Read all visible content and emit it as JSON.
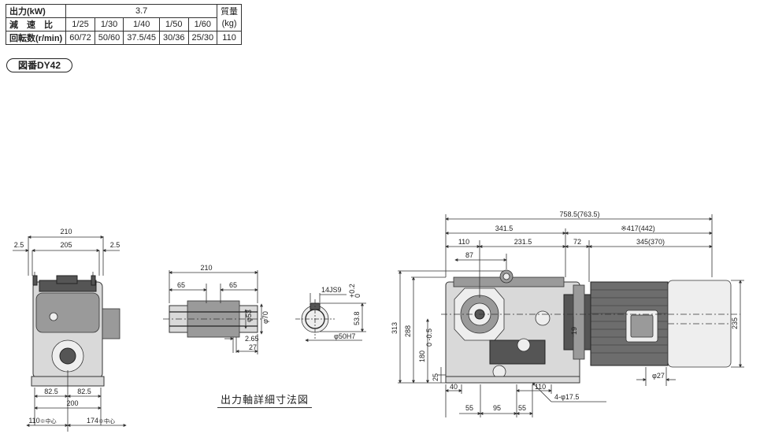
{
  "spec_table": {
    "output_label": "出力(kW)",
    "output_value": "3.7",
    "ratio_label": "減　速　比",
    "ratios": [
      "1/25",
      "1/30",
      "1/40",
      "1/50",
      "1/60"
    ],
    "speed_label": "回転数(r/min)",
    "speeds": [
      "60/72",
      "50/60",
      "37.5/45",
      "30/36",
      "25/30"
    ],
    "mass_label_1": "質量",
    "mass_label_2": "(kg)",
    "mass_value": "110"
  },
  "figure_number": "図番DY42",
  "caption": "出力軸詳細寸法図",
  "dims": {
    "front": {
      "overall": "210",
      "inner": "205",
      "left_off": "2.5",
      "right_off": "2.5",
      "half_l": "82.5",
      "half_r": "82.5",
      "base": "200",
      "center_l": "110",
      "center_l_unit": "※中心",
      "center_r": "174",
      "center_r_unit": "※中心"
    },
    "shaft": {
      "overall": "210",
      "left": "65",
      "right": "65",
      "dia_a": "φ53",
      "dia_b": "φ70",
      "step": "2.65",
      "len": "27"
    },
    "key": {
      "key": "14JS9",
      "height": "53.8",
      "tol_top": "+0.2",
      "tol_bot": "0",
      "bore": "φ50H7"
    },
    "side": {
      "overall": "758.5(763.5)",
      "gear_len": "341.5",
      "motor_len": "※417(442)",
      "a": "110",
      "b": "231.5",
      "c": "72",
      "d": "345(370)",
      "e": "87",
      "h_total": "313",
      "h_top": "288",
      "h_center": "180",
      "h_center_tol": "0\n-0.5",
      "base_h": "25",
      "hole": "19",
      "motor_h": "235",
      "foot": "40",
      "foot_w": "110",
      "p1": "55",
      "p2": "95",
      "p3": "55",
      "holes": "4-φ17.5",
      "cable": "φ27"
    }
  }
}
